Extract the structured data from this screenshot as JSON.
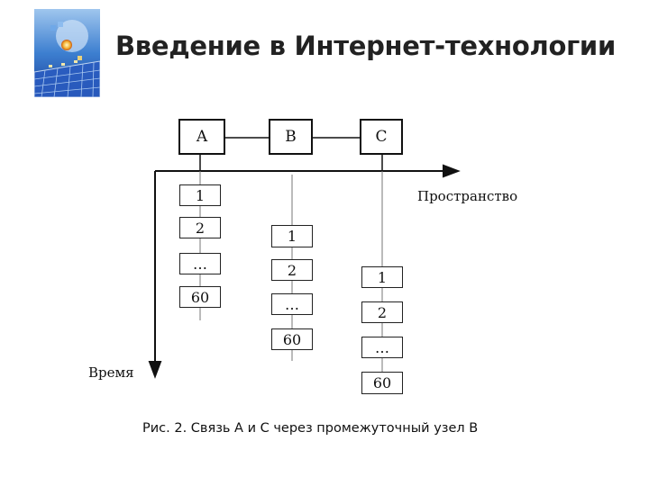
{
  "slide": {
    "title": "Введение в Интернет-технологии",
    "caption": "Рис. 2. Связь А и С через промежуточный узел В"
  },
  "diagram": {
    "nodes": [
      "A",
      "B",
      "C"
    ],
    "space_label": "Пространство",
    "time_label": "Время",
    "column_a": [
      "1",
      "2",
      "…",
      "60"
    ],
    "column_b": [
      "1",
      "2",
      "…",
      "60"
    ],
    "column_c": [
      "1",
      "2",
      "…",
      "60"
    ]
  },
  "logo": {
    "icon": "globe-keyboard-logo"
  }
}
